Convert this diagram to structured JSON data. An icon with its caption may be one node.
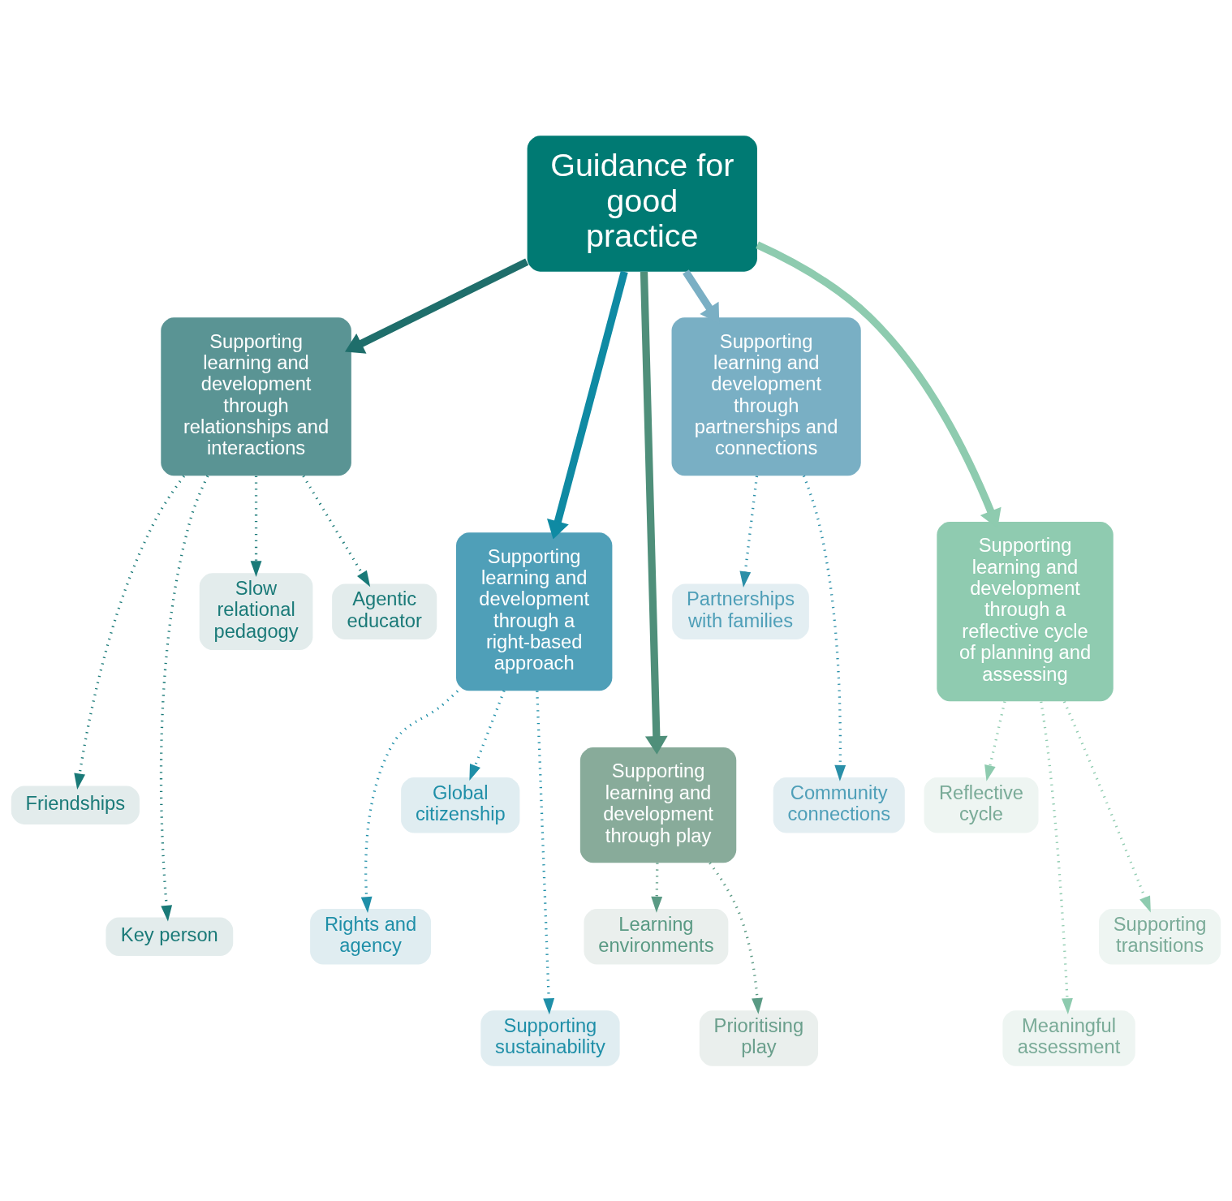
{
  "diagram": {
    "nodes": [
      {
        "text": [
          "Guidance for good practice"
        ]
      },
      {
        "text": [
          "Supporting learning and development through relationships and interactions"
        ]
      },
      {
        "text": [
          "Supporting learning and development through a right-based approach"
        ]
      },
      {
        "text": [
          "Supporting learning and development through play"
        ]
      },
      {
        "text": [
          "Supporting learning and development through partnerships and connections"
        ]
      },
      {
        "text": [
          "Supporting learning and development through a reflective cycle of planning and assessing"
        ]
      },
      {
        "text": [
          "Friendships"
        ]
      },
      {
        "text": [
          "Key person"
        ]
      },
      {
        "text": [
          "Slow relational pedagogy"
        ]
      },
      {
        "text": [
          "Agentic educator"
        ]
      },
      {
        "text": [
          "Rights and agency"
        ]
      },
      {
        "text": [
          "Global citizenship"
        ]
      },
      {
        "text": [
          "Supporting sustainability"
        ]
      },
      {
        "text": [
          "Learning environments"
        ]
      },
      {
        "text": [
          "Prioritising play"
        ]
      },
      {
        "text": [
          "Partnerships with families"
        ]
      },
      {
        "text": [
          "Community connections"
        ]
      },
      {
        "text": [
          "Reflective cycle"
        ]
      },
      {
        "text": [
          "Meaningful assessment"
        ]
      },
      {
        "text": [
          "Supporting transitions"
        ]
      }
    ],
    "edges": [
      {
        "from": 0,
        "to": 1,
        "arrow": "to",
        "style": "thick",
        "color": "#1f6e6b"
      },
      {
        "from": 0,
        "to": 2,
        "arrow": "to",
        "style": "thick",
        "color": "#0f8aa3"
      },
      {
        "from": 0,
        "to": 3,
        "arrow": "to",
        "style": "thick",
        "color": "#4f8f7a"
      },
      {
        "from": 0,
        "to": 4,
        "arrow": "to",
        "style": "thick",
        "color": "#7aafc4"
      },
      {
        "from": 0,
        "to": 5,
        "arrow": "to",
        "style": "thick",
        "color": "#8ecbaf"
      },
      {
        "from": 1,
        "to": 8,
        "arrow": "to",
        "style": "dashed",
        "color": "#1a7a78"
      },
      {
        "from": 1,
        "to": 6,
        "arrow": "to",
        "style": "dashed",
        "color": "#1a7a78"
      },
      {
        "from": 1,
        "to": 7,
        "arrow": "to",
        "style": "dashed",
        "color": "#1a7a78"
      },
      {
        "from": 1,
        "to": 9,
        "arrow": "to",
        "style": "dashed",
        "color": "#1a7a78"
      },
      {
        "from": 2,
        "to": 11,
        "arrow": "to",
        "style": "dashed",
        "color": "#1f8fa8"
      },
      {
        "from": 2,
        "to": 10,
        "arrow": "to",
        "style": "dashed",
        "color": "#1f8fa8"
      },
      {
        "from": 2,
        "to": 12,
        "arrow": "to",
        "style": "dashed",
        "color": "#1f8fa8"
      },
      {
        "from": 3,
        "to": 13,
        "arrow": "to",
        "style": "dashed",
        "color": "#5a9a84"
      },
      {
        "from": 3,
        "to": 14,
        "arrow": "to",
        "style": "dashed",
        "color": "#5a9a84"
      },
      {
        "from": 4,
        "to": 15,
        "arrow": "to",
        "style": "dashed",
        "color": "#2a8fa8"
      },
      {
        "from": 4,
        "to": 16,
        "arrow": "to",
        "style": "dashed",
        "color": "#2a8fa8"
      },
      {
        "from": 5,
        "to": 17,
        "arrow": "to",
        "style": "dashed",
        "color": "#8ecbaf"
      },
      {
        "from": 5,
        "to": 19,
        "arrow": "to",
        "style": "dashed",
        "color": "#8ecbaf"
      },
      {
        "from": 5,
        "to": 18,
        "arrow": "to",
        "style": "dashed",
        "color": "#8ecbaf"
      }
    ]
  }
}
